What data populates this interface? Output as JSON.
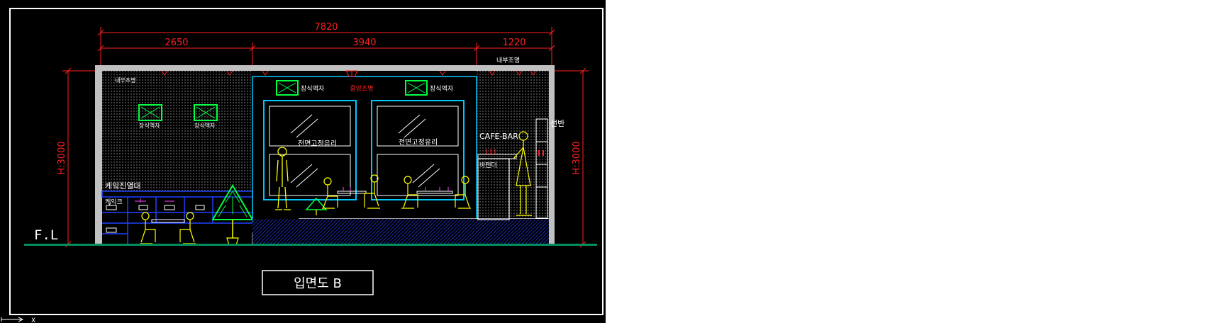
{
  "drawing": {
    "title": "입면도 B",
    "floor_level_label": "F.L",
    "ucs_x_label": "X"
  },
  "dimensions": {
    "overall": "7820",
    "segment_left": "2650",
    "segment_mid": "3940",
    "segment_right": "1220",
    "height_left": "H:3000",
    "height_right": "H:3000"
  },
  "labels": {
    "lighting_top_left": "내부조명",
    "lighting_top_right": "내부조명",
    "center_light": "중앙조명",
    "frame_left_1": "장식액자",
    "frame_left_2": "장식액자",
    "frame_top_1": "장식액자",
    "frame_top_2": "장식액자",
    "glass_1": "전면고정유리",
    "glass_2": "전면고정유리",
    "cake_display": "케잌진열대",
    "cake": "케익크",
    "cafe_bar": "CAFE-BAR",
    "bartender": "바텐더",
    "shelf": "선반"
  },
  "colors": {
    "background": "#000000",
    "dimension": "#ff2020",
    "wall": "#c0c0c0",
    "cyan": "#00c8ff",
    "green": "#00ff40",
    "yellow": "#ffff00",
    "blue": "#2040ff",
    "magenta": "#ff40ff",
    "floor": "#009060",
    "white": "#ffffff"
  }
}
